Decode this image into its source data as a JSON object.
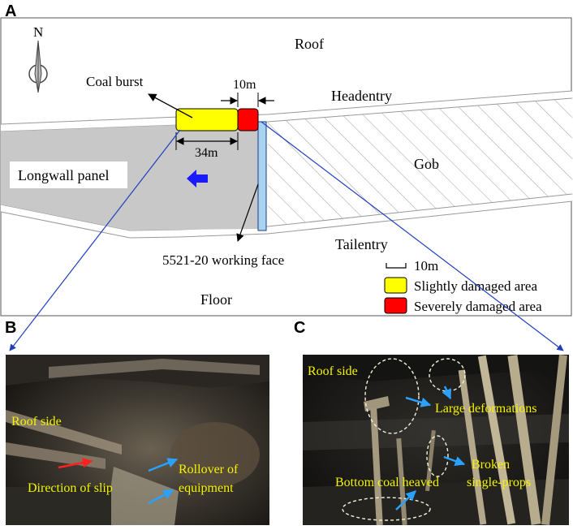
{
  "panel_a": {
    "letter": "A",
    "north": "N",
    "roof": "Roof",
    "floor": "Floor",
    "headentry": "Headentry",
    "tailentry": "Tailentry",
    "gob": "Gob",
    "longwall_panel": "Longwall panel",
    "coal_burst": "Coal burst",
    "dim_34": "34m",
    "dim_10": "10m",
    "working_face": "5521-20 working face",
    "scale_label": "10m",
    "legend": {
      "slight": "Slightly damaged area",
      "severe": "Severely damaged area"
    }
  },
  "panel_b": {
    "letter": "B",
    "roof_side": "Roof side",
    "direction_of_slip": "Direction of slip",
    "rollover_1": "Rollover of",
    "rollover_2": "equipment"
  },
  "panel_c": {
    "letter": "C",
    "roof_side": "Roof side",
    "large_deformations": "Large deformations",
    "broken_1": "Broken",
    "broken_2": "single-props",
    "bottom_coal": "Bottom coal heaved"
  },
  "colors": {
    "slight": "#ffff00",
    "severe": "#ff0000",
    "panel_gray": "#c8c8c8",
    "face_blue": "#a8d4f0",
    "arrow_blue": "#1a1aff",
    "link_blue": "#1f3fbf",
    "annot_yellow": "#f4f400",
    "annot_arrow": "#2aa0ff",
    "slip_arrow": "#ff2020"
  }
}
